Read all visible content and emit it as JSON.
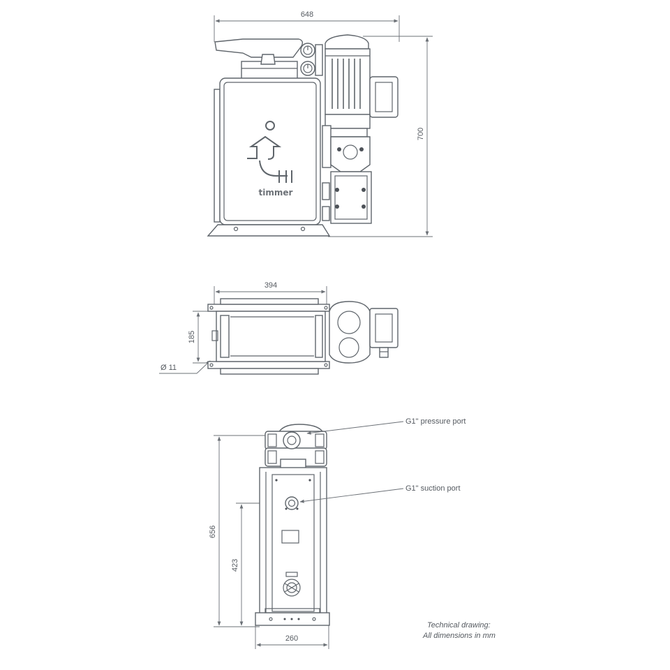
{
  "drawing": {
    "brand": "timmer",
    "views": {
      "front": {
        "width_label": "648",
        "height_label": "700"
      },
      "top": {
        "width_label": "394",
        "depth_label": "185",
        "hole_label": "Ø 11"
      },
      "side": {
        "height_label": "656",
        "port_height_label": "423",
        "width_label": "260",
        "pressure_port_label": "G1\" pressure port",
        "suction_port_label": "G1\" suction port"
      }
    },
    "note": {
      "line1": "Technical drawing:",
      "line2": "All dimensions in mm"
    }
  },
  "colors": {
    "line": "#5f656b",
    "background": "#ffffff"
  }
}
